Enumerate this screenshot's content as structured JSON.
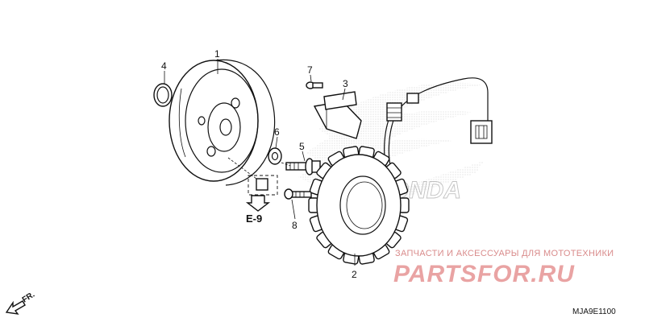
{
  "diagram": {
    "callouts": [
      {
        "id": "1",
        "text": "1"
      },
      {
        "id": "2",
        "text": "2"
      },
      {
        "id": "3",
        "text": "3"
      },
      {
        "id": "4",
        "text": "4"
      },
      {
        "id": "5",
        "text": "5"
      },
      {
        "id": "6",
        "text": "6"
      },
      {
        "id": "7",
        "text": "7"
      },
      {
        "id": "8",
        "text": "8"
      }
    ],
    "reference_label": "E-9",
    "direction_label": "FR.",
    "diagram_code": "MJA9E1100",
    "parts_depicted": [
      "flywheel",
      "stator-coil",
      "pulse-generator",
      "o-ring",
      "washer",
      "flange-bolt",
      "screw",
      "wire-harness",
      "connector"
    ]
  },
  "watermark": {
    "brand_text": "PARTSFOR.RU",
    "tagline": "ЗАПЧАСТИ И АКСЕССУАРЫ ДЛЯ МОТОТЕХНИКИ",
    "background_logo": "wing-logo-icon",
    "background_brand": "HONDA",
    "color": "#e9a3a3"
  },
  "colors": {
    "line": "#111111",
    "background": "#ffffff"
  }
}
